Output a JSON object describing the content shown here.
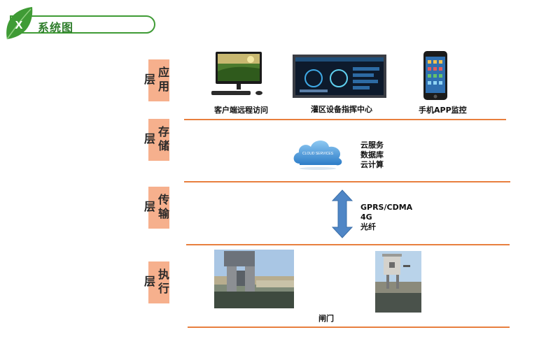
{
  "header": {
    "title": "系统图",
    "badge_letter": "X"
  },
  "layers": [
    {
      "label": "应用层"
    },
    {
      "label": "存储层"
    },
    {
      "label": "传输层"
    },
    {
      "label": "执行层"
    }
  ],
  "application": {
    "client_caption": "客户端远程访问",
    "center_caption": "灌区设备指挥中心",
    "phone_caption": "手机APP监控"
  },
  "storage": {
    "cloud_text": "CLOUD SERVICES",
    "lines": [
      "云服务",
      "数据库",
      "云计算"
    ]
  },
  "transport": {
    "lines": [
      "GPRS/CDMA",
      "4G",
      "光纤"
    ]
  },
  "execution": {
    "caption": "闸门"
  },
  "colors": {
    "accent_green": "#3f9b35",
    "label_bg": "#f6b08d",
    "divider": "#e87f3e",
    "arrow": "#4f86c6"
  }
}
